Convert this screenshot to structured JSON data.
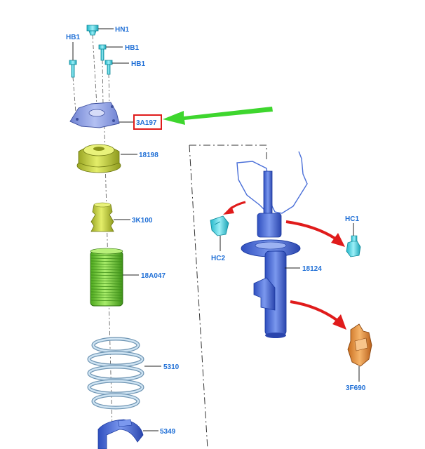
{
  "callouts": {
    "hn1": "HN1",
    "hb1_a": "HB1",
    "hb1_b": "HB1",
    "hb1_c": "HB1",
    "top_mount": "3A197",
    "spring_seat": "18198",
    "bump_stop": "3K100",
    "dust_boot": "18A047",
    "coil_spring": "5310",
    "lower_seat": "5349",
    "strut": "18124",
    "hc1": "HC1",
    "hc2": "HC2",
    "bracket": "3F690"
  },
  "highlight": {
    "target": "3A197",
    "box_color": "#e01b1b",
    "arrow_color": "#3ed62e"
  },
  "colors": {
    "label": "#1f6fd6",
    "mount": "#8ea0e0",
    "seat": "#c9d63c",
    "boot": "#7cd13c",
    "spring": "#bcd8ec",
    "strut": "#4a6fd8",
    "clip": "#4fd8e6",
    "bracket": "#e8953c",
    "red_arrow": "#e01b1b"
  }
}
